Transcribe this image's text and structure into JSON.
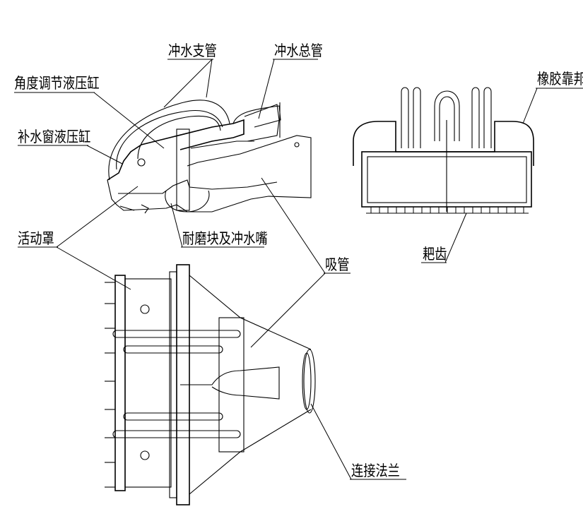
{
  "labels": {
    "branch_flush_pipe": "冲水支管",
    "main_flush_pipe": "冲水总管",
    "angle_cylinder": "角度调节液压缸",
    "water_window_cylinder": "补水窗液压缸",
    "movable_hood": "活动罩",
    "wear_block_nozzle": "耐磨块及冲水嘴",
    "suction_pipe": "吸管",
    "rake_teeth": "耙齿",
    "rubber_fender": "橡胶靠邦",
    "connecting_flange": "连接法兰"
  }
}
